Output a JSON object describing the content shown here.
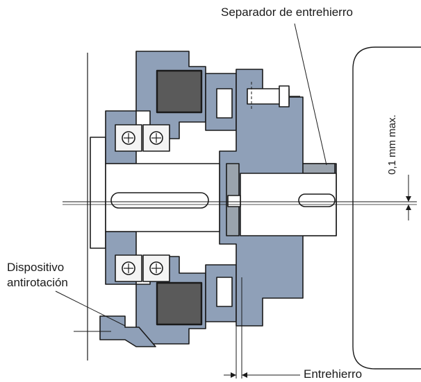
{
  "labels": {
    "air_gap_spacer": "Separador de entrehierro",
    "max_gap": "0,1 mm max.",
    "anti_rotation_line1": "Dispositivo",
    "anti_rotation_line2": "antirotación",
    "air_gap": "Entrehierro"
  },
  "colors": {
    "housing_fill": "#8fa0b8",
    "coil_fill": "#5a5a5a",
    "bearing_fill": "#f4f4f4",
    "bore_fill": "#ffffff",
    "friction_fill": "#3a3a3a",
    "line": "#1a1a1a"
  },
  "icons": [
    "bearing-ball-icon"
  ]
}
